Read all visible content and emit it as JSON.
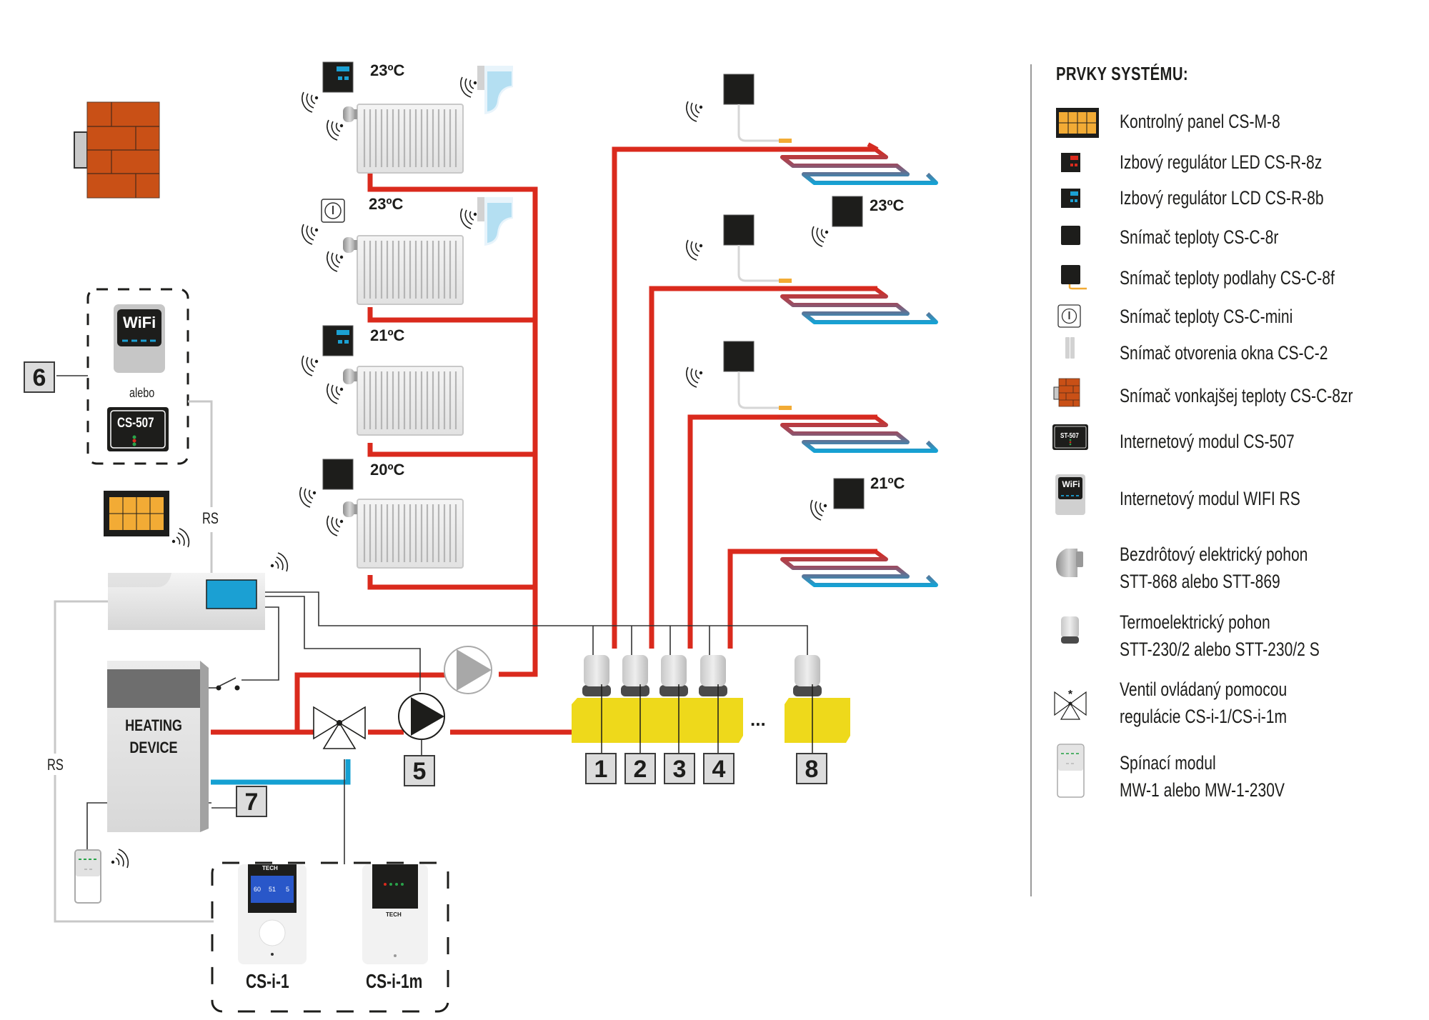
{
  "legend": {
    "title": "PRVKY SYSTÉMU:",
    "items": [
      {
        "icon": "control-panel-icon",
        "label": "Kontrolný panel CS-M-8"
      },
      {
        "icon": "led-room-regulator-icon",
        "label": "Izbový regulátor LED CS-R-8z"
      },
      {
        "icon": "lcd-room-regulator-icon",
        "label": "Izbový regulátor LCD CS-R-8b"
      },
      {
        "icon": "temperature-sensor-icon",
        "label": "Snímač teploty CS-C-8r"
      },
      {
        "icon": "floor-temperature-sensor-icon",
        "label": "Snímač teploty podlahy CS-C-8f"
      },
      {
        "icon": "mini-temperature-sensor-icon",
        "label": "Snímač teploty CS-C-mini"
      },
      {
        "icon": "window-sensor-icon",
        "label": "Snímač otvorenia okna CS-C-2"
      },
      {
        "icon": "external-temperature-sensor-icon",
        "label": "Snímač vonkajšej teploty CS-C-8zr"
      },
      {
        "icon": "internet-module-cs507-icon",
        "label": "Internetový modul CS-507",
        "icon_text": "ST-507"
      },
      {
        "icon": "wifi-module-icon",
        "label": "Internetový modul WIFI RS",
        "icon_text": "WiFi"
      },
      {
        "icon": "wireless-actuator-icon",
        "label": "Bezdrôtový elektrický pohon",
        "label2": "STT-868 alebo STT-869"
      },
      {
        "icon": "thermoelectric-actuator-icon",
        "label": "Termoelektrický pohon",
        "label2": "STT-230/2 alebo STT-230/2 S"
      },
      {
        "icon": "valve-icon",
        "label": "Ventil ovládaný pomocou",
        "label2": "regulácie CS-i-1/CS-i-1m"
      },
      {
        "icon": "switching-module-icon",
        "label": "Spínací modul",
        "label2": "MW-1 alebo MW-1-230V"
      }
    ]
  },
  "diagram": {
    "radiator_zones": [
      {
        "temp": "23ºC",
        "controller": "lcd-room-regulator",
        "window_sensor": true
      },
      {
        "temp": "23ºC",
        "controller": "mini-temperature-sensor",
        "window_sensor": true
      },
      {
        "temp": "21ºC",
        "controller": "lcd-room-regulator",
        "window_sensor": false
      },
      {
        "temp": "20ºC",
        "controller": "temperature-sensor",
        "window_sensor": false
      }
    ],
    "floor_zones": [
      {
        "temp": null,
        "sensor": "floor-temperature-sensor"
      },
      {
        "temp": "23ºC",
        "sensor": "floor-temperature-sensor"
      },
      {
        "temp": null,
        "sensor": "floor-temperature-sensor"
      },
      {
        "temp": "21ºC",
        "sensor": "temperature-sensor"
      }
    ],
    "internet_module": {
      "wifi_text": "WiFi",
      "or_text": "alebo",
      "cs507_text": "CS-507"
    },
    "rs_label_top": "RS",
    "rs_label_left": "RS",
    "heating_device_line1": "HEATING",
    "heating_device_line2": "DEVICE",
    "controllers": [
      {
        "name": "CS-i-1",
        "brand": "TECH"
      },
      {
        "name": "CS-i-1m",
        "brand": "TECH"
      }
    ],
    "cs_i1_screen": {
      "v1": "60",
      "v2": "51",
      "v3": "5"
    },
    "manifold_ellipsis": "...",
    "number_labels": {
      "n1": "1",
      "n2": "2",
      "n3": "3",
      "n4": "4",
      "n5": "5",
      "n6": "6",
      "n7": "7",
      "n8": "8"
    }
  },
  "colors": {
    "supply": "#da2a1d",
    "return": "#15a0d2",
    "manifold": "#eed91b",
    "brick": "#c95016",
    "panel_orange": "#f2ab35",
    "display_blue": "#1ba0d3"
  }
}
